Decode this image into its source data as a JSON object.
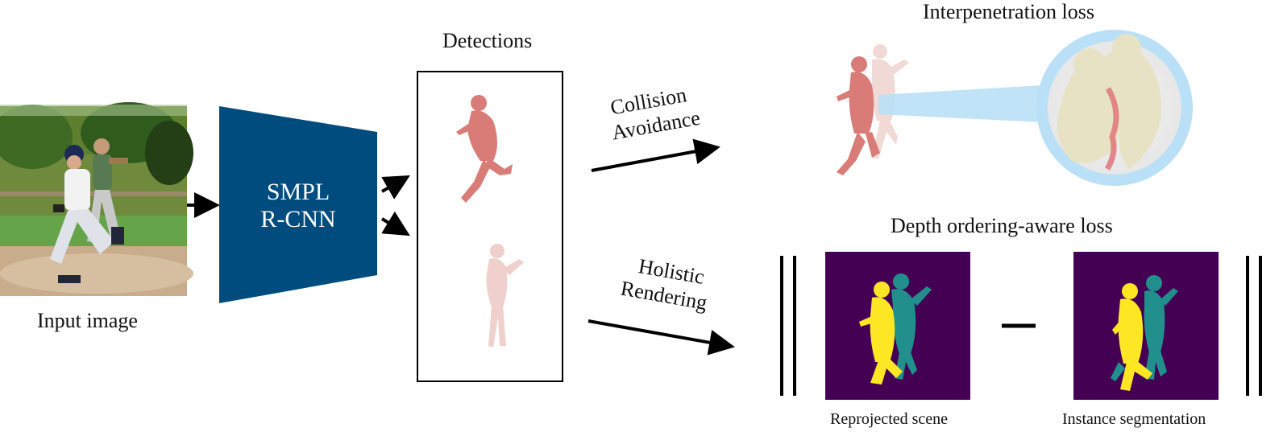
{
  "labels": {
    "input_image": "Input image",
    "network_line1": "SMPL",
    "network_line2": "R-CNN",
    "detections": "Detections",
    "collision_line1": "Collision",
    "collision_line2": "Avoidance",
    "holistic_line1": "Holistic",
    "holistic_line2": "Rendering",
    "interpenetration_loss": "Interpenetration loss",
    "depth_loss": "Depth ordering-aware loss",
    "reprojected_scene": "Reprojected scene",
    "instance_segmentation": "Instance segmentation"
  },
  "colors": {
    "network": "#004c7f",
    "segmentation_bg": "#440154",
    "person_yellow": "#fde725",
    "person_teal": "#21908c",
    "body_red": "#d97b77",
    "body_light": "#efd0cc",
    "zoom_ring": "#b9e0f7",
    "skin_beige": "#e8e2c4"
  }
}
